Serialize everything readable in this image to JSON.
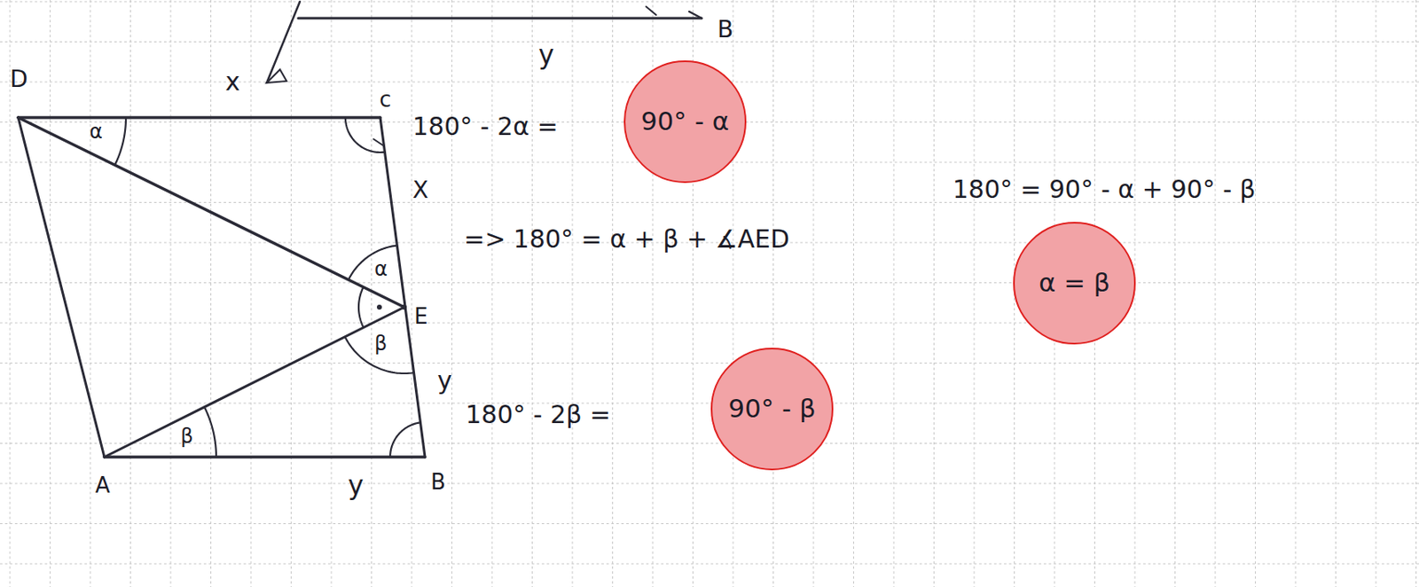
{
  "diagram": {
    "nodes": [
      {
        "text": [
          "90° - α"
        ]
      },
      {
        "text": [
          "α = β"
        ]
      },
      {
        "text": [
          "90° - β"
        ]
      }
    ],
    "labels": [
      "x",
      "y",
      "B",
      "D",
      "c",
      "180° - 2α =",
      "α",
      "X",
      "α",
      "=> 180° = α + β + ∡AED",
      "E",
      "β",
      "y",
      "180° - 2β =",
      "β",
      "A",
      "y",
      "B",
      "180° = 90° - α + 90° - β"
    ]
  }
}
